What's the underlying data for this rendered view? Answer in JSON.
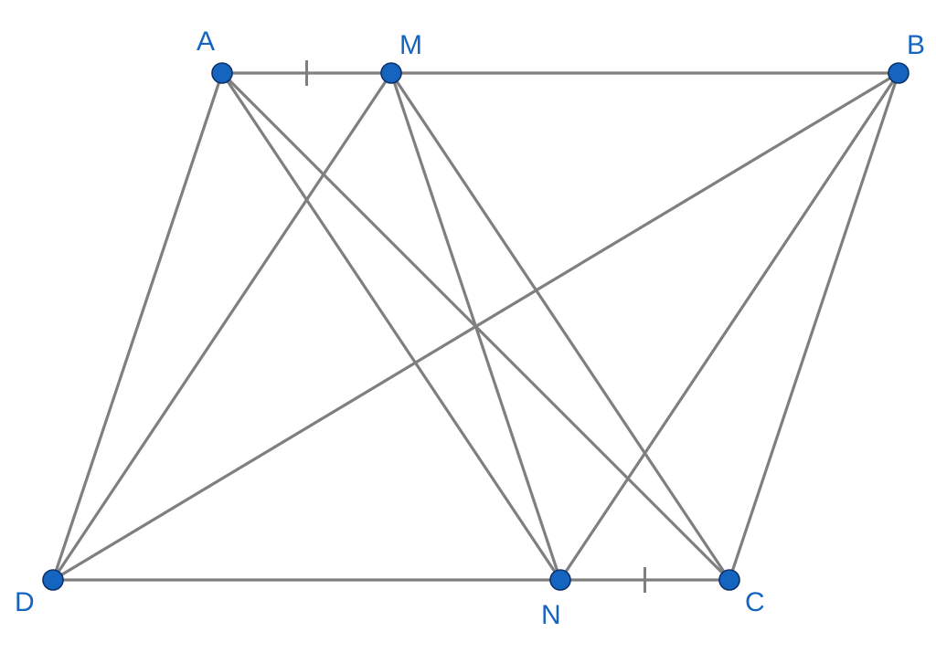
{
  "diagram": {
    "colors": {
      "segment": "#7f7f7f",
      "point_fill": "#1565c0",
      "point_stroke": "#0d2f66",
      "label": "#1565c0",
      "background": "#ffffff"
    },
    "points": [
      {
        "id": "A",
        "label": "A"
      },
      {
        "id": "M",
        "label": "M"
      },
      {
        "id": "B",
        "label": "B"
      },
      {
        "id": "D",
        "label": "D"
      },
      {
        "id": "N",
        "label": "N"
      },
      {
        "id": "C",
        "label": "C"
      }
    ],
    "segments": [
      [
        "A",
        "M"
      ],
      [
        "M",
        "B"
      ],
      [
        "D",
        "N"
      ],
      [
        "N",
        "C"
      ],
      [
        "A",
        "D"
      ],
      [
        "B",
        "C"
      ],
      [
        "A",
        "N"
      ],
      [
        "A",
        "C"
      ],
      [
        "M",
        "D"
      ],
      [
        "M",
        "N"
      ],
      [
        "M",
        "C"
      ],
      [
        "B",
        "D"
      ],
      [
        "B",
        "N"
      ]
    ],
    "equal_marks": [
      {
        "segment": [
          "A",
          "M"
        ],
        "ticks": 1
      },
      {
        "segment": [
          "N",
          "C"
        ],
        "ticks": 1
      }
    ]
  }
}
